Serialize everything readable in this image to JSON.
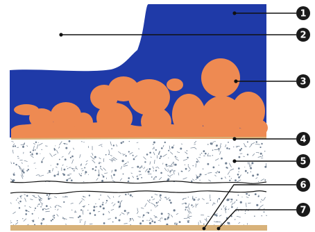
{
  "diagram": {
    "colors": {
      "blue": "#1f3aa8",
      "orange": "#ee8a52",
      "tan": "#d8b27a",
      "speckle": "#6f7f92",
      "leader": "#111111",
      "marker": "#1a1a1a",
      "marker_text": "#ffffff"
    },
    "markers": [
      {
        "label": "1"
      },
      {
        "label": "2"
      },
      {
        "label": "3"
      },
      {
        "label": "4"
      },
      {
        "label": "5"
      },
      {
        "label": "6"
      },
      {
        "label": "7"
      }
    ]
  }
}
